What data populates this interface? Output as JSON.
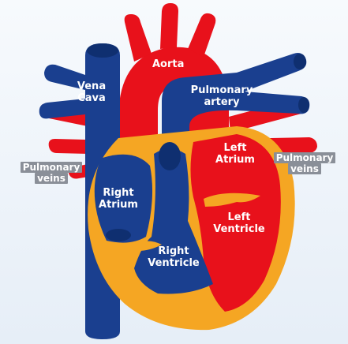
{
  "labels": {
    "aorta": "Aorta",
    "vena_cava_1": "Vena",
    "vena_cava_2": "Cava",
    "pulmonary_artery_1": "Pulmonary",
    "pulmonary_artery_2": "artery",
    "pulmonary_veins_left_1": "Pulmonary",
    "pulmonary_veins_left_2": "veins",
    "pulmonary_veins_right_1": "Pulmonary",
    "pulmonary_veins_right_2": "veins",
    "left_atrium_1": "Left",
    "left_atrium_2": "Atrium",
    "right_atrium_1": "Right",
    "right_atrium_2": "Atrium",
    "left_ventricle_1": "Left",
    "left_ventricle_2": "Ventricle",
    "right_ventricle_1": "Right",
    "right_ventricle_2": "Ventricle"
  },
  "colors": {
    "oxygenated_red": "#e8111b",
    "deoxygenated_blue": "#1a3f8f",
    "dark_blue": "#0f2f70",
    "heart_wall_orange": "#f5a623",
    "label_tag_gray": "#8a8f98",
    "background": "#eef3f9"
  }
}
